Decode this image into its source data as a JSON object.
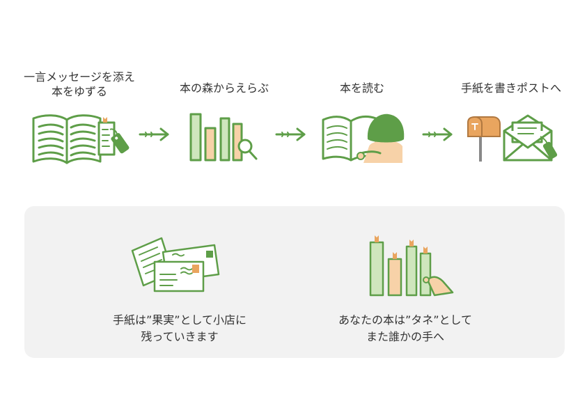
{
  "steps": [
    {
      "label_lines": [
        "一言メッセージを添え",
        "本をゆずる"
      ],
      "icon": "open-book-with-bookmark-icon"
    },
    {
      "label_lines": [
        "本の森からえらぶ"
      ],
      "icon": "bookshelf-with-magnifier-icon"
    },
    {
      "label_lines": [
        "本を読む"
      ],
      "icon": "person-reading-book-icon"
    },
    {
      "label_lines": [
        "手紙を書きポストへ"
      ],
      "icon": "mailbox-and-letter-icon"
    }
  ],
  "panel": {
    "items": [
      {
        "label_lines": [
          "手紙は”果実”として小店に",
          "残っていきます"
        ],
        "icon": "letters-stack-icon"
      },
      {
        "label_lines": [
          "あなたの本は”タネ”として",
          "また誰かの手へ"
        ],
        "icon": "books-picked-by-hand-icon"
      }
    ]
  },
  "colors": {
    "green": "#5e9e48",
    "light_green": "#cfe6bd",
    "orange": "#e9a55f",
    "light_orange": "#f7d2a8",
    "panel_bg": "#f2f2f2",
    "text": "#333333"
  }
}
